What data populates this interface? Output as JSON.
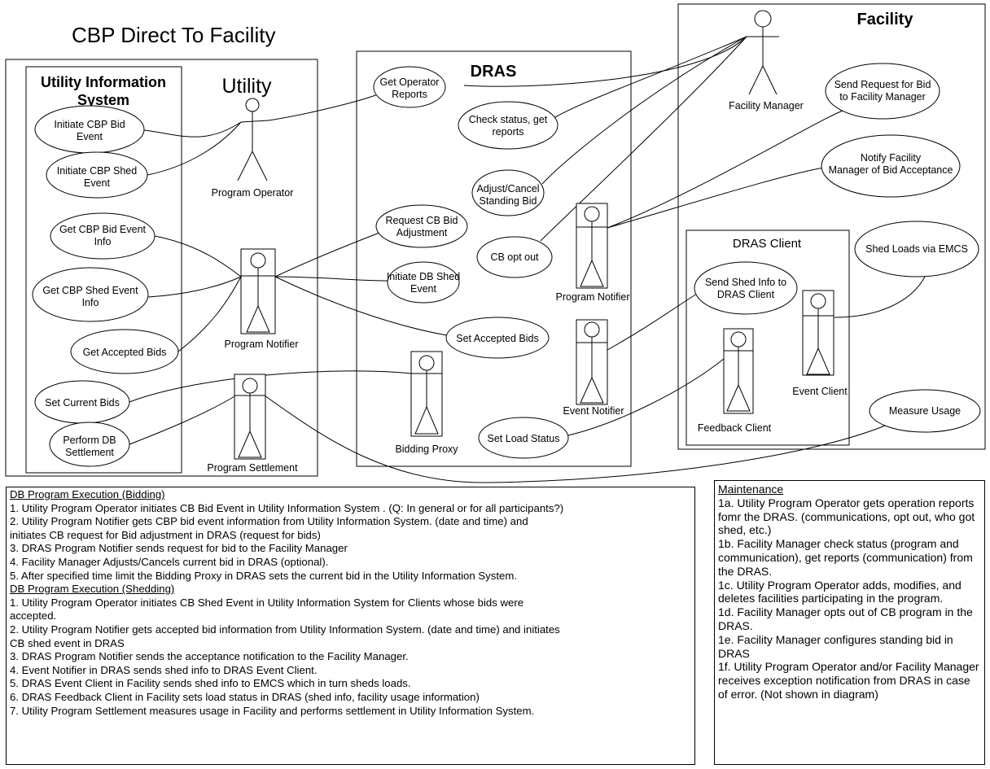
{
  "title": "CBP Direct To Facility",
  "boxes": {
    "uis": [
      "Utility Information",
      "System"
    ],
    "utility": "Utility",
    "dras": "DRAS",
    "facility": "Facility",
    "dras_client": "DRAS Client"
  },
  "actors": {
    "program_operator": "Program Operator",
    "program_notifier_utility": "Program Notifier",
    "program_settlement": "Program Settlement",
    "bidding_proxy": "Bidding Proxy",
    "program_notifier_dras": "Program Notifier",
    "event_notifier": "Event Notifier",
    "facility_manager": "Facility Manager",
    "feedback_client": "Feedback Client",
    "event_client": "Event Client"
  },
  "use_cases": {
    "initiate_bid": [
      "Initiate CBP Bid",
      "Event"
    ],
    "initiate_shed": [
      "Initiate CBP Shed",
      "Event"
    ],
    "get_bid_info": [
      "Get CBP Bid Event",
      "Info"
    ],
    "get_shed_info": [
      "Get CBP Shed Event",
      "Info"
    ],
    "get_accepted": [
      "Get Accepted Bids"
    ],
    "set_current": [
      "Set Current Bids"
    ],
    "perform_settlement": [
      "Perform DB",
      "Settlement"
    ],
    "get_reports": [
      "Get Operator",
      "Reports"
    ],
    "check_status": [
      "Check status, get",
      "reports"
    ],
    "adjust_cancel": [
      "Adjust/Cancel",
      "Standing Bid"
    ],
    "request_adjust": [
      "Request CB Bid",
      "Adjustment"
    ],
    "cb_opt_out": [
      "CB opt out"
    ],
    "initiate_db_shed": [
      "Initiate DB Shed",
      "Event"
    ],
    "set_accepted": [
      "Set Accepted Bids"
    ],
    "set_load": [
      "Set Load Status"
    ],
    "send_request": [
      "Send Request for Bid",
      "to Facility Manager"
    ],
    "notify_acceptance": [
      "Notify Facility",
      "Manager of Bid Acceptance"
    ],
    "shed_loads": [
      "Shed Loads via EMCS"
    ],
    "send_shed_info": [
      "Send Shed Info to",
      "DRAS Client"
    ],
    "measure_usage": [
      "Measure Usage"
    ]
  },
  "notes_left": {
    "h1": "DB Program Execution (Bidding)",
    "b1": "1. Utility Program Operator initiates CB Bid Event in Utility Information System . (Q: In general or for all participants?)",
    "b2": "2. Utility Program Notifier gets CBP bid event information from Utility Information System. (date and time) and",
    "b2b": "initiates CB request for Bid adjustment in DRAS (request for bids)",
    "b3": "3. DRAS Program Notifier sends request for bid to the Facility Manager",
    "b4": "4. Facility Manager Adjusts/Cancels current bid in DRAS (optional).",
    "b5": "5. After specified time limit the Bidding Proxy in DRAS sets the current bid in the Utility Information System.",
    "h2": "DB Program Execution (Shedding)",
    "s1": "1. Utility Program Operator initiates CB Shed Event in Utility Information System for Clients whose bids were",
    "s1b": "accepted.",
    "s2": "2. Utility Program Notifier gets accepted bid information from Utility Information System. (date and time) and initiates",
    "s2b": "CB shed event in DRAS",
    "s3": "3. DRAS Program Notifier sends the acceptance notification to the Facility Manager.",
    "s4": "4. Event Notifier in DRAS sends shed info to DRAS Event Client.",
    "s5": "5. DRAS Event Client in Facility sends shed info to EMCS which in turn sheds loads.",
    "s6": "6. DRAS Feedback Client in Facility sets load status in DRAS (shed info, facility usage information)",
    "s7": "7. Utility Program Settlement measures usage in Facility and performs settlement in Utility Information System."
  },
  "notes_right": {
    "h": "Maintenance",
    "m1a": "1a. Utility Program Operator gets operation reports fomr the DRAS. (communications, opt out, who got shed, etc.)",
    "m1b": "1b. Facility Manager check status (program and communication), get reports (communication) from the DRAS.",
    "m1c": "1c. Utility Program Operator adds, modifies, and deletes facilities participating in the program.",
    "m1d": "1d. Facility Manager opts out of CB program in the DRAS.",
    "m1e": "1e. Facility Manager configures standing bid in DRAS",
    "m1f": "1f. Utility Program Operator and/or Facility Manager receives exception notification from DRAS in case of error. (Not shown in diagram)"
  }
}
